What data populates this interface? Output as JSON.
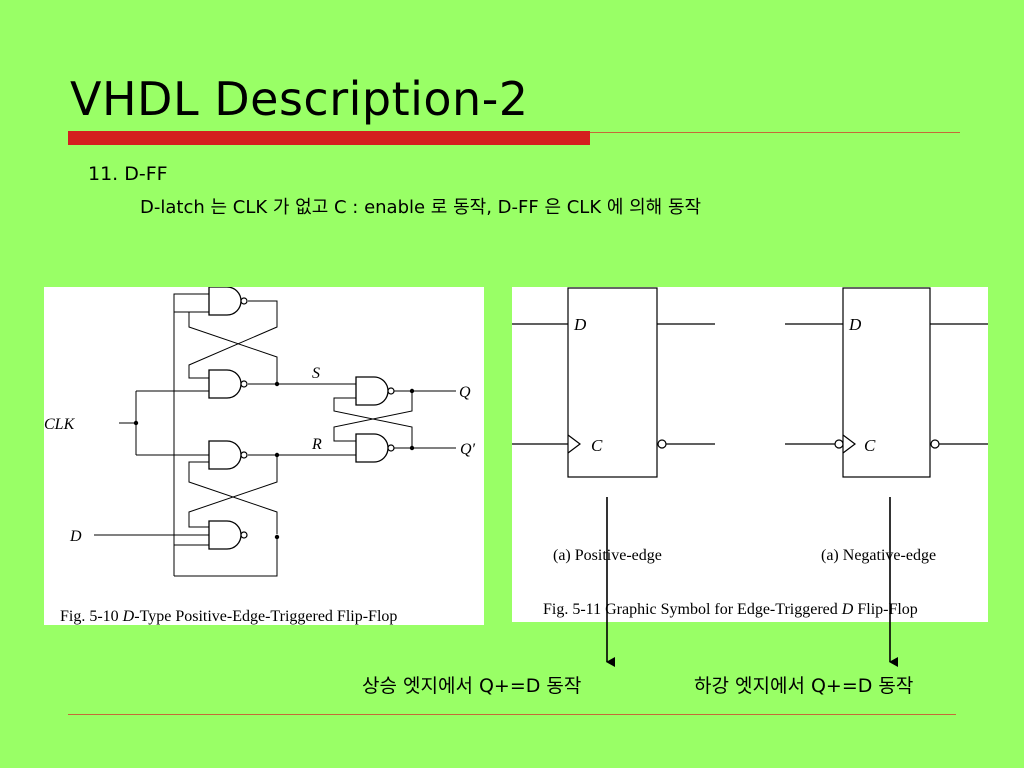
{
  "slide": {
    "title": "VHDL Description-2",
    "heading": "11. D-FF",
    "description": "D-latch 는 CLK 가 없고 C : enable 로 동작, D-FF 은 CLK 에 의해 동작"
  },
  "figure_left": {
    "labels": {
      "clk": "CLK",
      "d": "D",
      "s": "S",
      "r": "R",
      "q": "Q",
      "q_bar": "Q′"
    },
    "caption_prefix": "Fig. 5-10  ",
    "caption_italic": "D",
    "caption_rest": "-Type Positive-Edge-Triggered Flip-Flop"
  },
  "figure_right": {
    "symbol_pos": {
      "d": "D",
      "c": "C",
      "caption": "(a) Positive-edge"
    },
    "symbol_neg": {
      "d": "D",
      "c": "C",
      "caption": "(a) Negative-edge"
    },
    "caption_prefix": "Fig. 5-11  Graphic Symbol for Edge-Triggered ",
    "caption_italic": "D",
    "caption_rest": " Flip-Flop"
  },
  "annotations": {
    "positive": "상승 엣지에서 Q+=D 동작",
    "negative": "하강 엣지에서 Q+=D 동작"
  },
  "colors": {
    "background": "#99ff66",
    "accent_red": "#d41f1f"
  }
}
